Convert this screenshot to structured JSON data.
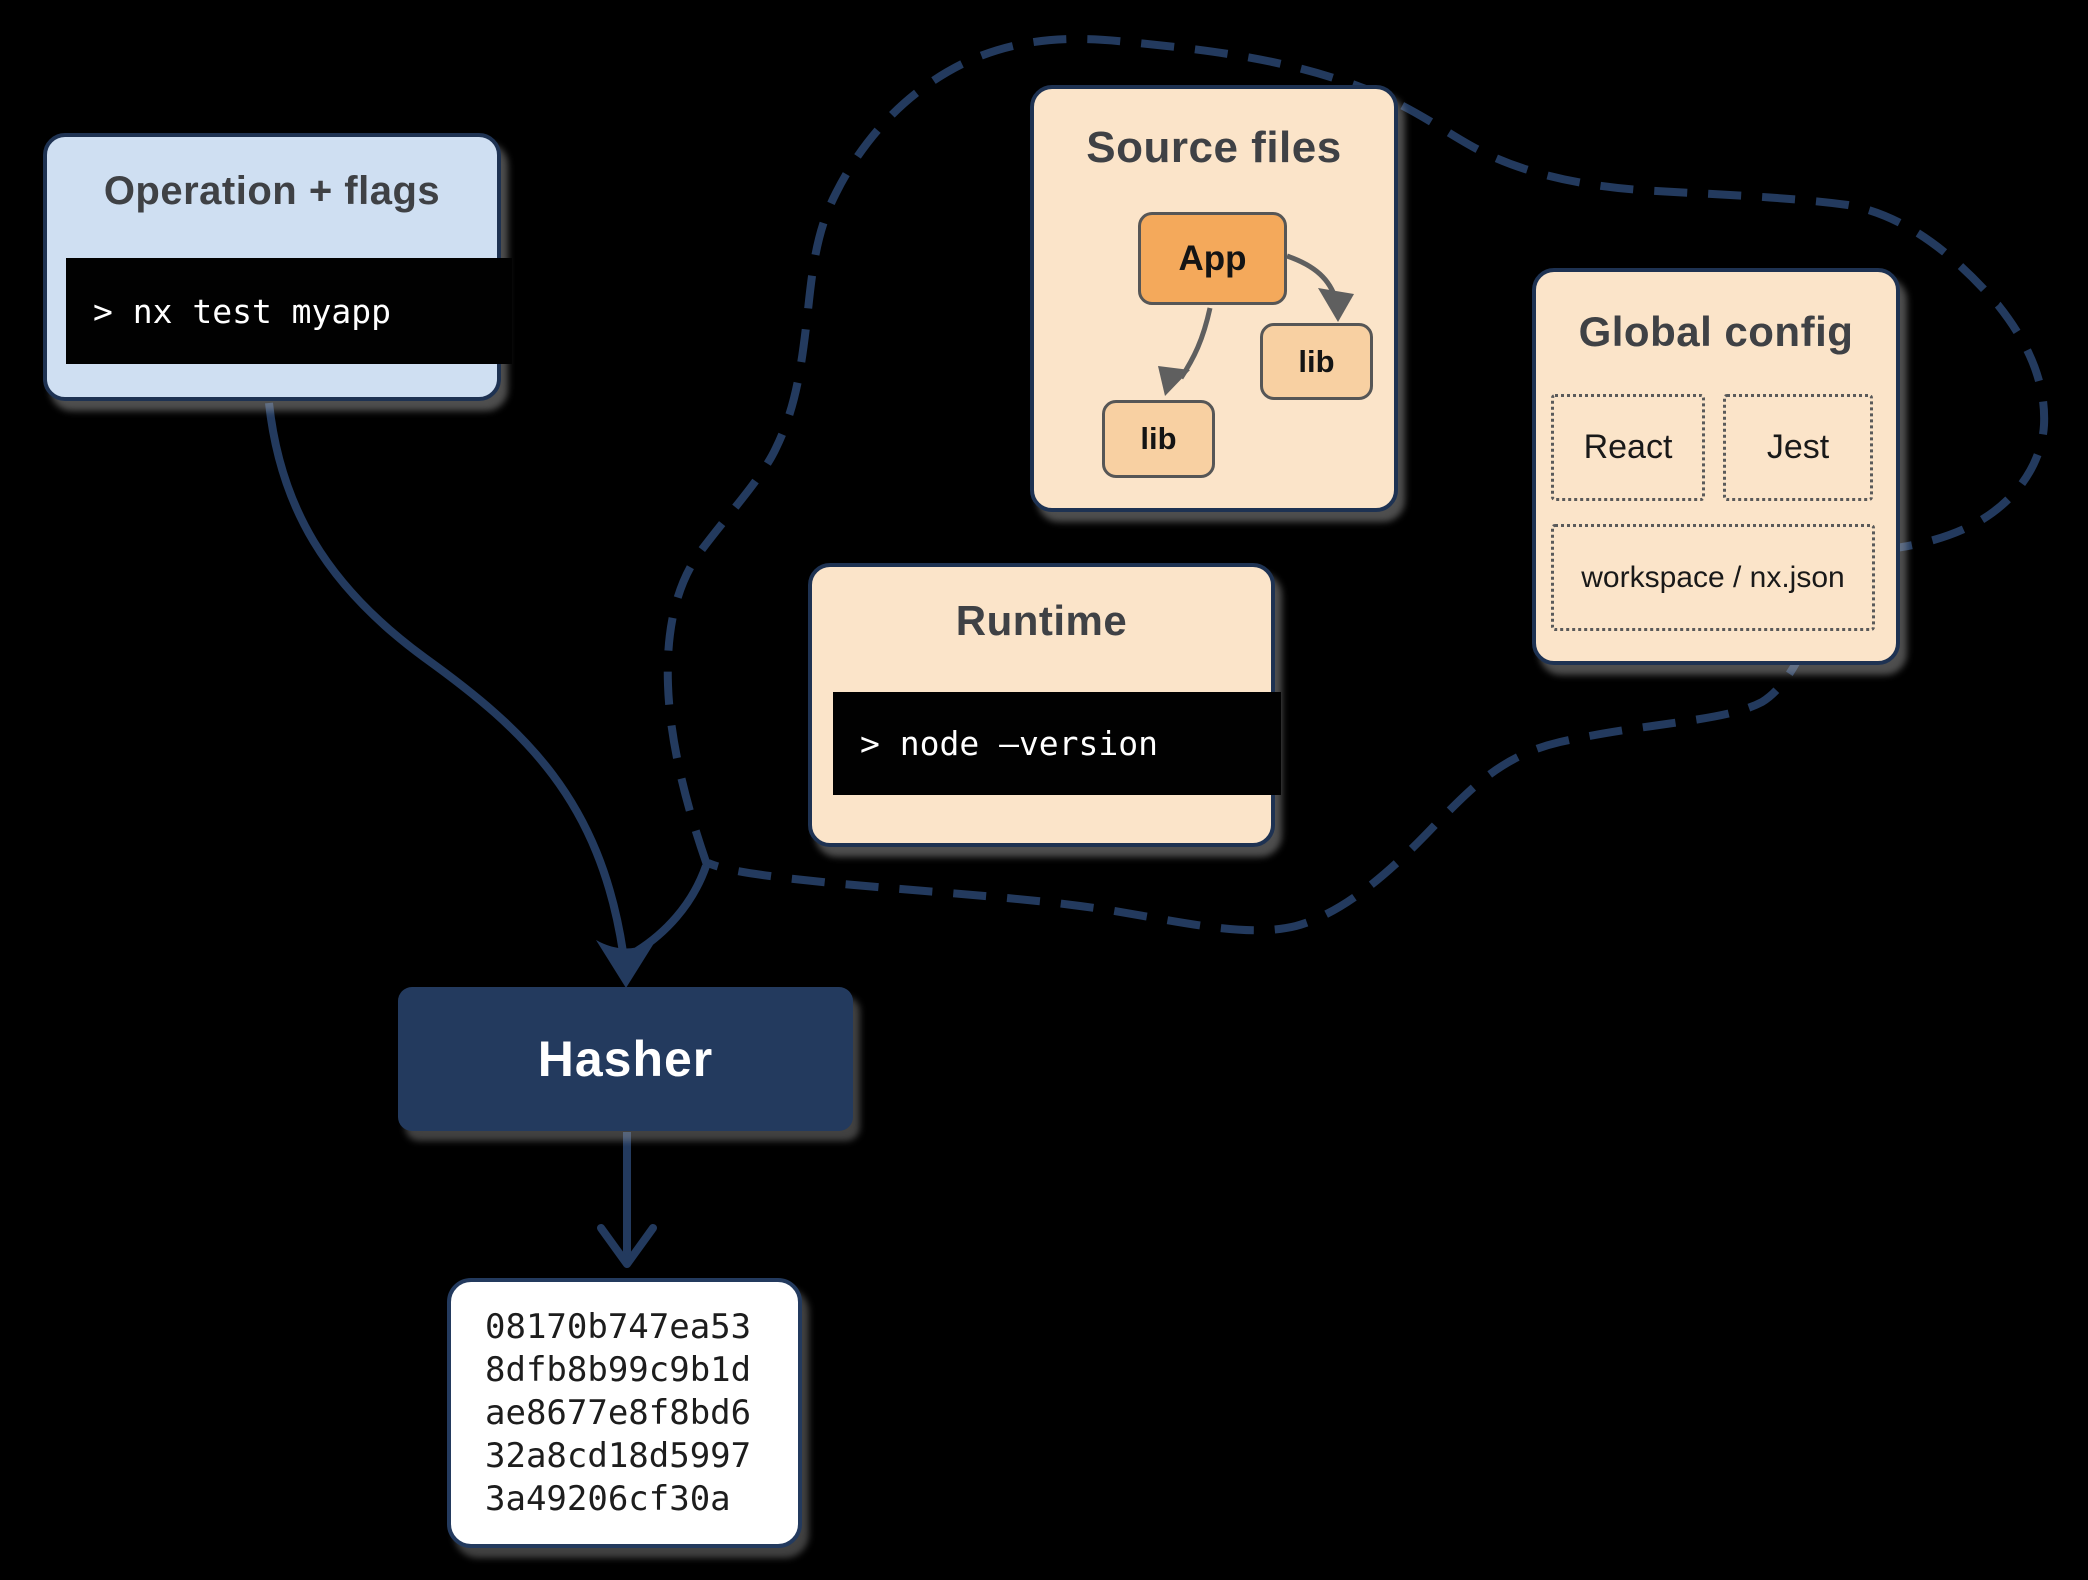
{
  "diagram": {
    "description": "Nx hasher inputs diagram: operation+flags, source files, runtime and global config feed the Hasher which produces a hash",
    "background_color": "#000000"
  },
  "colors": {
    "navy": "#233a5e",
    "box_border_navy": "#1e3252",
    "light_blue": "#cfdff2",
    "peach": "#fbe4c9",
    "orange": "#f4a95b",
    "light_orange": "#f8d0a2",
    "terminal_bg": "#010101",
    "terminal_text": "#ffffff",
    "title_text": "#3f4145",
    "inner_arrow_gray": "#5f5f5f",
    "output_bg": "#ffffff"
  },
  "nodes": {
    "operation": {
      "title": "Operation + flags",
      "command": "> nx test myapp"
    },
    "source_files": {
      "title": "Source files",
      "app": "App",
      "lib_top": "lib",
      "lib_bottom": "lib"
    },
    "runtime": {
      "title": "Runtime",
      "command": "> node –version"
    },
    "global_config": {
      "title": "Global config",
      "items": [
        "React",
        "Jest",
        "workspace / nx.json"
      ]
    },
    "hasher": {
      "label": "Hasher"
    },
    "hash_output": {
      "lines": [
        "08170b747ea53",
        "8dfb8b99c9b1d",
        "ae8677e8f8bd6",
        "32a8cd18d5997",
        "3a49206cf30a"
      ]
    }
  }
}
